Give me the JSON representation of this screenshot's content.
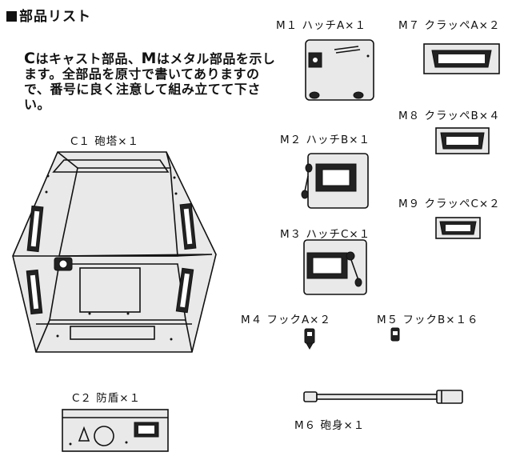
{
  "heading": "部品リスト",
  "intro": {
    "c_letter": "C",
    "c_text": "はキャスト部品、",
    "m_letter": "M",
    "m_text": "はメタル部品を示します。全部品を原寸で書いてありますので、番号に良く注意して組み立てて下さい。"
  },
  "parts": [
    {
      "id": "C1",
      "label": "C１ 砲塔×１"
    },
    {
      "id": "C2",
      "label": "C２ 防盾×１"
    },
    {
      "id": "M1",
      "label": "M１ ハッチA×１"
    },
    {
      "id": "M2",
      "label": "M２ ハッチB×１"
    },
    {
      "id": "M3",
      "label": "M３ ハッチC×１"
    },
    {
      "id": "M4",
      "label": "M４ フックA×２"
    },
    {
      "id": "M5",
      "label": "M５ フックB×１６"
    },
    {
      "id": "M6",
      "label": "M６ 砲身×１"
    },
    {
      "id": "M7",
      "label": "M７ クラッペA×２"
    },
    {
      "id": "M8",
      "label": "M８ クラッペB×４"
    },
    {
      "id": "M9",
      "label": "M９ クラッペC×２"
    }
  ]
}
